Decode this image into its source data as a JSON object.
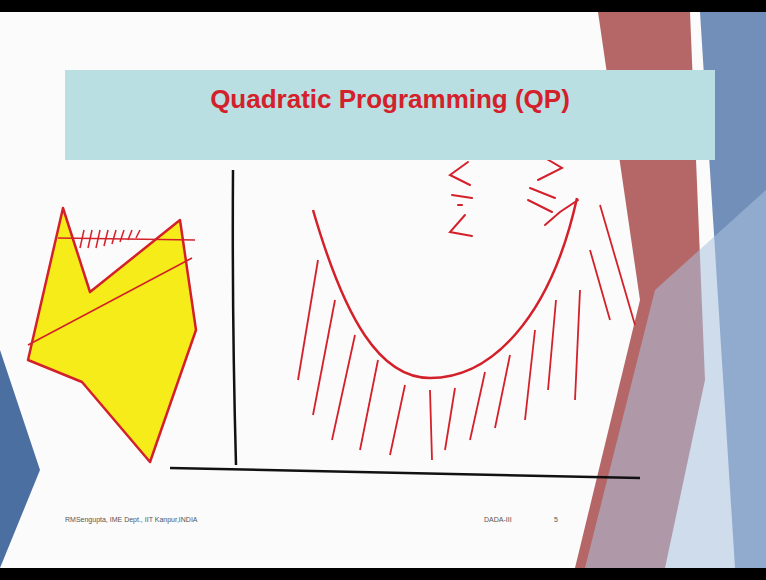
{
  "diagram": {
    "title": "Quadratic Programming (QP)",
    "labels": [
      "RMSengupta, IME Dept., IIT Kanpur,INDIA",
      "DADA-III",
      "5"
    ]
  }
}
